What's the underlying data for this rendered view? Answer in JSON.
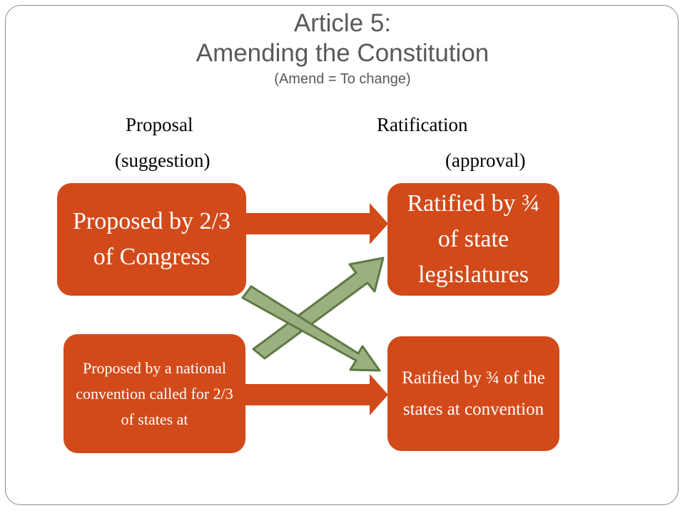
{
  "title": {
    "line1": "Article 5:",
    "line2": "Amending the Constitution",
    "subtitle": "(Amend = To change)"
  },
  "columns": {
    "left": {
      "heading": "Proposal",
      "note": "(suggestion)"
    },
    "right": {
      "heading": "Ratification",
      "note": "(approval)"
    }
  },
  "boxes": {
    "proposed_congress": "Proposed by 2/3 of Congress",
    "proposed_convention": "Proposed by a national convention called for 2/3 of states at",
    "ratified_legislatures": "Ratified by ¾ of state legislatures",
    "ratified_conventions": "Ratified by ¾ of the states at convention"
  },
  "colors": {
    "box_fill": "#d24a1a",
    "straight_arrow": "#d24a1a",
    "cross_arrow_fill": "#9bb07f",
    "cross_arrow_stroke": "#5e7a44",
    "title_text": "#595959"
  }
}
